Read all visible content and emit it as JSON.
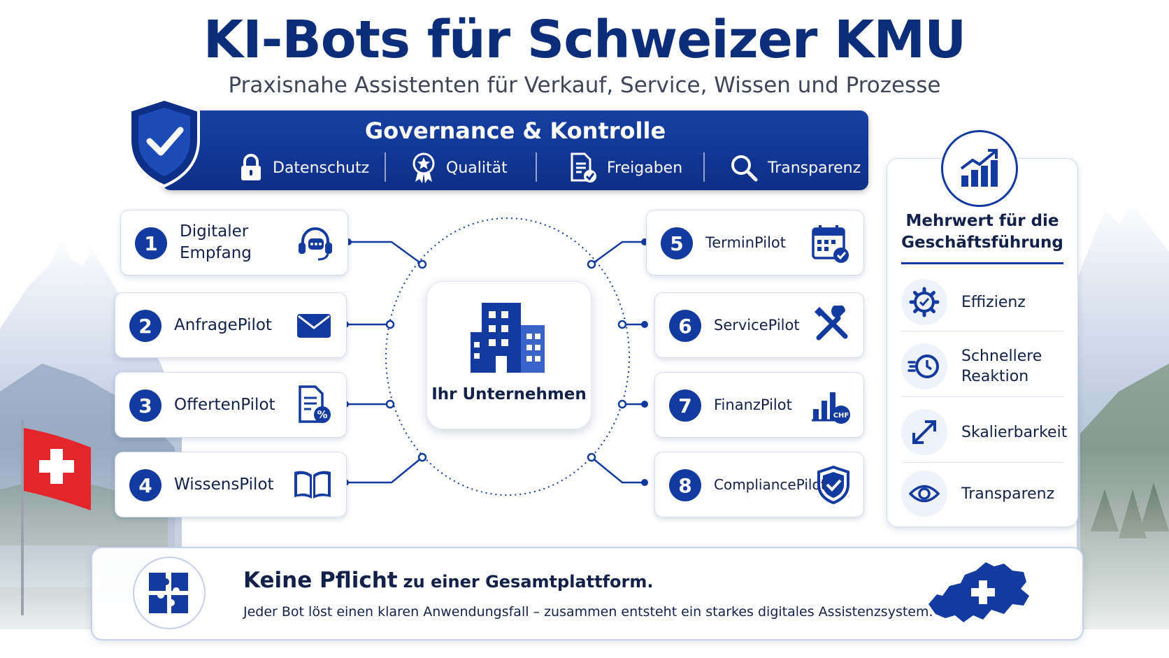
{
  "header": {
    "title": "KI-Bots für Schweizer KMU",
    "subtitle": "Praxisnahe Assistenten für Verkauf, Service, Wissen und Prozesse"
  },
  "governance": {
    "title": "Governance & Kontrolle",
    "items": [
      {
        "label": "Datenschutz",
        "icon": "lock-icon"
      },
      {
        "label": "Qualität",
        "icon": "award-icon"
      },
      {
        "label": "Freigaben",
        "icon": "document-check-icon"
      },
      {
        "label": "Transparenz",
        "icon": "magnifier-icon"
      }
    ]
  },
  "center": {
    "label": "Ihr Unternehmen",
    "icon": "building-icon"
  },
  "bots_left": [
    {
      "number": "1",
      "label_line1": "Digitaler",
      "label_line2": "Empfang",
      "icon": "headset-icon"
    },
    {
      "number": "2",
      "label_line1": "AnfragePilot",
      "label_line2": "",
      "icon": "envelope-icon"
    },
    {
      "number": "3",
      "label_line1": "OffertenPilot",
      "label_line2": "",
      "icon": "document-percent-icon"
    },
    {
      "number": "4",
      "label_line1": "WissensPilot",
      "label_line2": "",
      "icon": "book-icon"
    }
  ],
  "bots_right": [
    {
      "number": "5",
      "label_line1": "TerminPilot",
      "label_line2": "",
      "icon": "calendar-check-icon"
    },
    {
      "number": "6",
      "label_line1": "ServicePilot",
      "label_line2": "",
      "icon": "tools-icon"
    },
    {
      "number": "7",
      "label_line1": "FinanzPilot",
      "label_line2": "",
      "icon": "chart-chf-icon",
      "icon_text": "CHF"
    },
    {
      "number": "8",
      "label_line1": "CompliancePilot",
      "label_line2": "",
      "icon": "shield-check-icon"
    }
  ],
  "panel": {
    "title_line1": "Mehrwert für die",
    "title_line2": "Geschäftsführung",
    "icon": "growth-chart-icon",
    "benefits": [
      {
        "label_line1": "Effizienz",
        "label_line2": "",
        "icon": "gear-check-icon"
      },
      {
        "label_line1": "Schnellere",
        "label_line2": "Reaktion",
        "icon": "fast-clock-icon"
      },
      {
        "label_line1": "Skalierbarkeit",
        "label_line2": "",
        "icon": "expand-arrow-icon"
      },
      {
        "label_line1": "Transparenz",
        "label_line2": "",
        "icon": "eye-icon"
      }
    ]
  },
  "bottom": {
    "headline_big": "Keine Pflicht",
    "headline_small": "zu einer Gesamtplattform.",
    "text": "Jeder Bot löst einen klaren Anwendungsfall – zusammen entsteht ein starkes digitales Assistenzsystem.",
    "icon": "puzzle-icon",
    "map_icon": "swiss-map-icon"
  },
  "colors": {
    "primary": "#133a9e",
    "banner": "#0d2f87",
    "flag_red": "#e3262b"
  }
}
